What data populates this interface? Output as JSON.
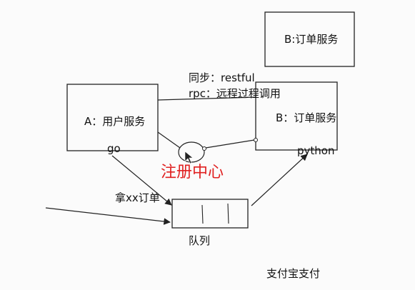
{
  "nodes": {
    "order_service_top": "B:订单服务",
    "user_service": "A：用户服务",
    "user_service_lang": "go",
    "order_service": "B：订单服务",
    "order_service_lang": "python",
    "registry": "注册中心",
    "queue": "队列"
  },
  "edges": {
    "sync_label": "同步：restful",
    "rpc_label": "rpc：远程过程调用",
    "take_order_label": "拿xx订单"
  },
  "notes": {
    "alipay": "支付宝支付"
  },
  "colors": {
    "stroke": "#222222",
    "registry_text": "#e02020",
    "background": "#fbfbfb"
  }
}
